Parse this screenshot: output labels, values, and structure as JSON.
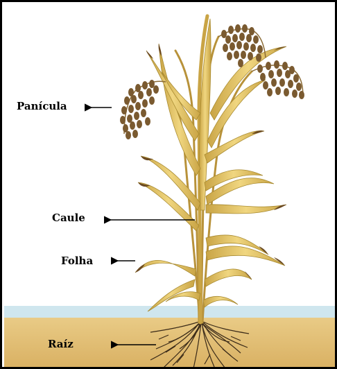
{
  "labels": {
    "panicula": "Panícula",
    "caule": "Caule",
    "folha": "Folha",
    "raiz": "Raíz"
  },
  "colors": {
    "leaf": "#e0c060",
    "leaf_edge": "#a88a30",
    "leaf_tip": "#6b4a22",
    "grain": "#7a5a30",
    "soil": "#e4c278",
    "soil_shadow": "#d8ae5e",
    "sky_strip": "#cde6ef",
    "root": "#3a2a18",
    "arrow": "#000000"
  }
}
